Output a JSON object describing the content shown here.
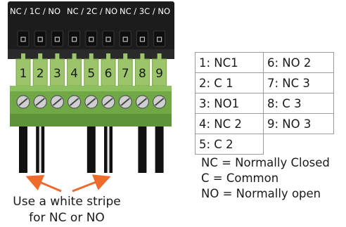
{
  "connector": {
    "header_labels": [
      "NC / 1C / NO",
      "NC / 2C / NO",
      "NC / 3C / NO"
    ],
    "pin_numbers": [
      "1",
      "2",
      "3",
      "4",
      "5",
      "6",
      "7",
      "8",
      "9"
    ],
    "colors": {
      "housing": "#1c1c1c",
      "pins": "#9cc46a",
      "terminal_block": "#6fa845",
      "arrow": "#f06b2b"
    }
  },
  "callout": {
    "line1": "Use a white stripe",
    "line2": "for NC or NO"
  },
  "pin_table": {
    "rows": [
      [
        "1:  NC1",
        "6:  NO 2"
      ],
      [
        "2:  C 1",
        "7:  NC 3"
      ],
      [
        "3:  NO1",
        "8:  C 3"
      ],
      [
        "4:  NC 2",
        "9:  NO 3"
      ],
      [
        "5:  C 2",
        ""
      ]
    ]
  },
  "legend": {
    "nc": "NC = Normally Closed",
    "c": "C = Common",
    "no": "NO = Normally open"
  }
}
